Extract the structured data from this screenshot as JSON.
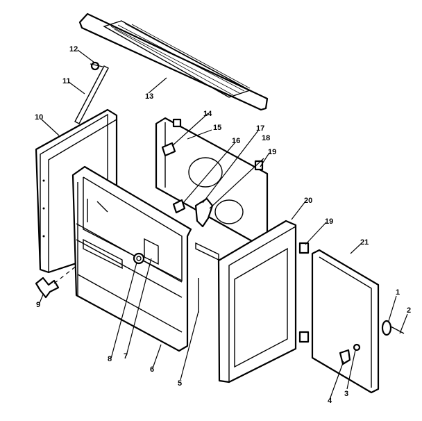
{
  "callouts": [
    {
      "id": "c1",
      "label": "1"
    },
    {
      "id": "c2",
      "label": "2"
    },
    {
      "id": "c3",
      "label": "3"
    },
    {
      "id": "c4",
      "label": "4"
    },
    {
      "id": "c5",
      "label": "5"
    },
    {
      "id": "c6",
      "label": "6"
    },
    {
      "id": "c7",
      "label": "7"
    },
    {
      "id": "c8",
      "label": "8"
    },
    {
      "id": "c9",
      "label": "9"
    },
    {
      "id": "c10",
      "label": "10"
    },
    {
      "id": "c11",
      "label": "11"
    },
    {
      "id": "c12",
      "label": "12"
    },
    {
      "id": "c13",
      "label": "13"
    },
    {
      "id": "c14",
      "label": "14"
    },
    {
      "id": "c15",
      "label": "15"
    },
    {
      "id": "c16",
      "label": "16"
    },
    {
      "id": "c17",
      "label": "17"
    },
    {
      "id": "c18",
      "label": "18"
    },
    {
      "id": "c19a",
      "label": "19"
    },
    {
      "id": "c19b",
      "label": "19"
    },
    {
      "id": "c20",
      "label": "20"
    },
    {
      "id": "c21",
      "label": "21"
    }
  ]
}
